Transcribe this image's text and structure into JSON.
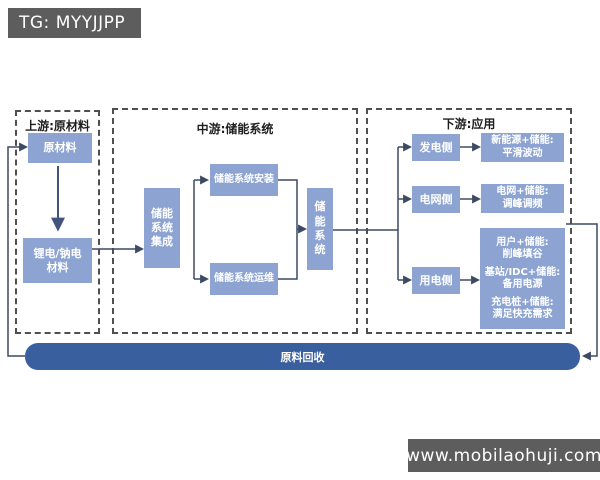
{
  "watermarks": {
    "top_left": "TG: MYYJJPP",
    "bottom_right": "www.mobilaohuji.com"
  },
  "colors": {
    "node_blue": "#8da4d2",
    "recycle_bar_blue": "#3a5f9e",
    "banner_gray": "#5d5d5d",
    "connector_line": "#3d4a63",
    "dashed_border": "#4f4f4f"
  },
  "diagram": {
    "upstream": {
      "title": "上游:原材料",
      "nodes": {
        "raw_material": "原材料",
        "battery_material": "锂电/钠电\n材料"
      }
    },
    "midstream": {
      "title": "中游:储能系统",
      "nodes": {
        "integration": "储能\n系统\n集成",
        "installation": "储能系统安装",
        "operation": "储能系统运维",
        "system": "储\n能\n系\n统"
      }
    },
    "downstream": {
      "title": "下游:应用",
      "nodes": {
        "generation_side": "发电侧",
        "grid_side": "电网侧",
        "consumption_side": "用电侧",
        "generation_app": "新能源+储能:\n平滑波动",
        "grid_app": "电网+储能:\n调峰调频",
        "consumption_apps": [
          "用户+储能:\n削峰填谷",
          "基站/IDC+储能:\n备用电源",
          "充电桩+储能:\n满足快充需求"
        ]
      }
    },
    "recycle_bar": "原料回收"
  }
}
